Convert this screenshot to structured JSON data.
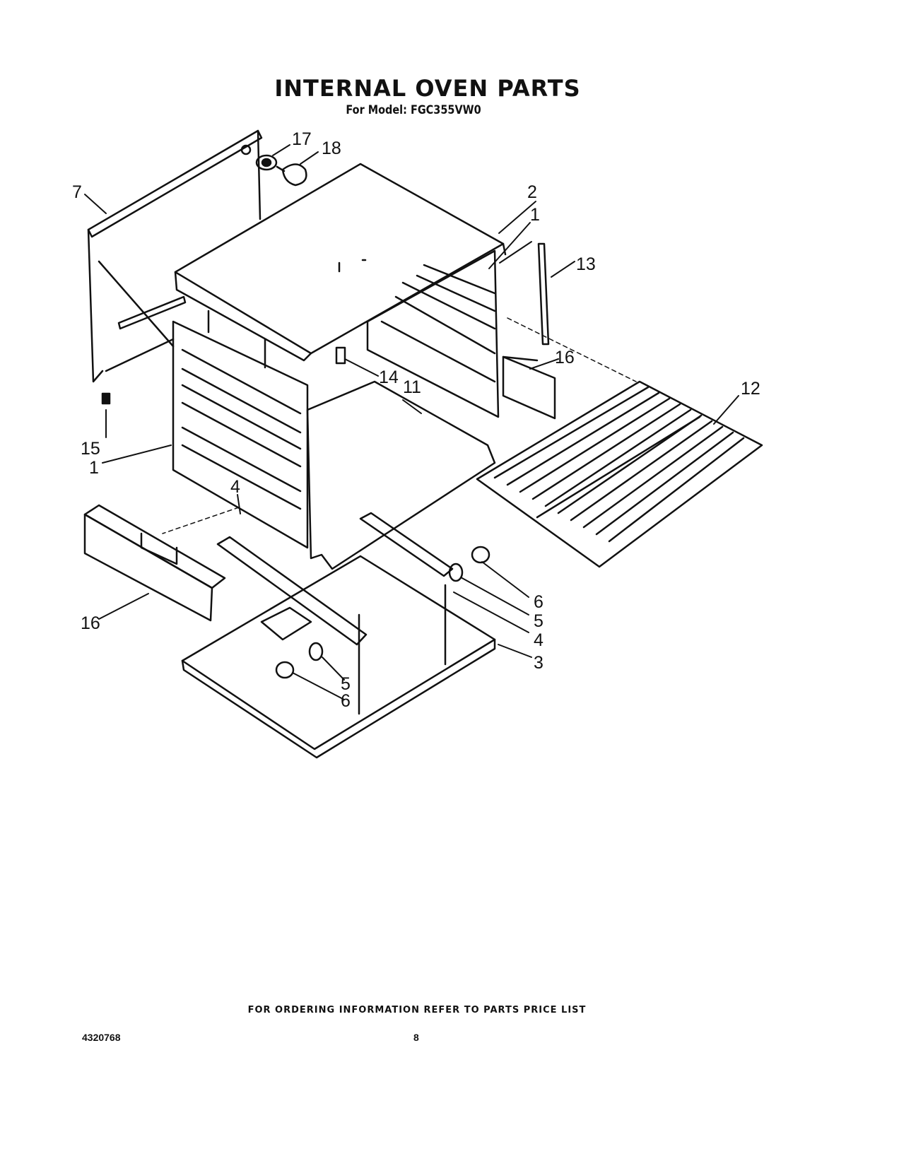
{
  "header": {
    "title": "INTERNAL OVEN PARTS",
    "subtitle": "For Model: FGC355VW0"
  },
  "callouts": [
    {
      "id": "c-17",
      "label": "17"
    },
    {
      "id": "c-18",
      "label": "18"
    },
    {
      "id": "c-7",
      "label": "7"
    },
    {
      "id": "c-2",
      "label": "2"
    },
    {
      "id": "c-1a",
      "label": "1"
    },
    {
      "id": "c-13",
      "label": "13"
    },
    {
      "id": "c-16a",
      "label": "16"
    },
    {
      "id": "c-14",
      "label": "14"
    },
    {
      "id": "c-11",
      "label": "11"
    },
    {
      "id": "c-12",
      "label": "12"
    },
    {
      "id": "c-15",
      "label": "15"
    },
    {
      "id": "c-1b",
      "label": "1"
    },
    {
      "id": "c-4a",
      "label": "4"
    },
    {
      "id": "c-6a",
      "label": "6"
    },
    {
      "id": "c-5a",
      "label": "5"
    },
    {
      "id": "c-4b",
      "label": "4"
    },
    {
      "id": "c-3",
      "label": "3"
    },
    {
      "id": "c-16b",
      "label": "16"
    },
    {
      "id": "c-5b",
      "label": "5"
    },
    {
      "id": "c-6b",
      "label": "6"
    }
  ],
  "footer": {
    "note": "FOR ORDERING INFORMATION REFER TO PARTS PRICE LIST",
    "doc_number": "4320768",
    "page_number": "8"
  },
  "colors": {
    "ink": "#111111",
    "paper": "#ffffff"
  }
}
